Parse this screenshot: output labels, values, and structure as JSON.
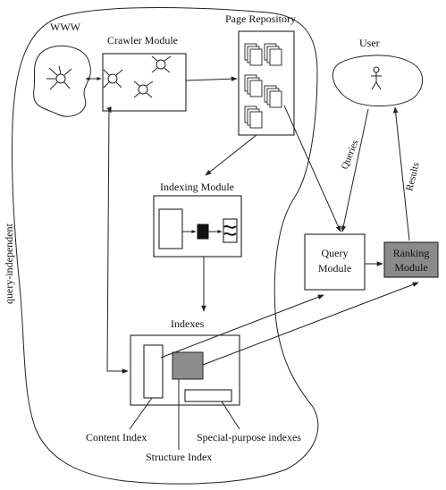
{
  "labels": {
    "www": "WWW",
    "crawler": "Crawler Module",
    "repository": "Page Repository",
    "user": "User",
    "indexing": "Indexing Module",
    "queries": "Queries",
    "results": "Results",
    "query_module_line1": "Query",
    "query_module_line2": "Module",
    "ranking_line1": "Ranking",
    "ranking_line2": "Module",
    "indexes": "Indexes",
    "content_index": "Content Index",
    "structure_index": "Structure Index",
    "special_indexes": "Special-purpose indexes",
    "query_independent": "query-independent"
  },
  "colors": {
    "ranking_fill": "#8a8a8a",
    "structure_fill": "#8c8c8c",
    "stroke": "#222222"
  }
}
